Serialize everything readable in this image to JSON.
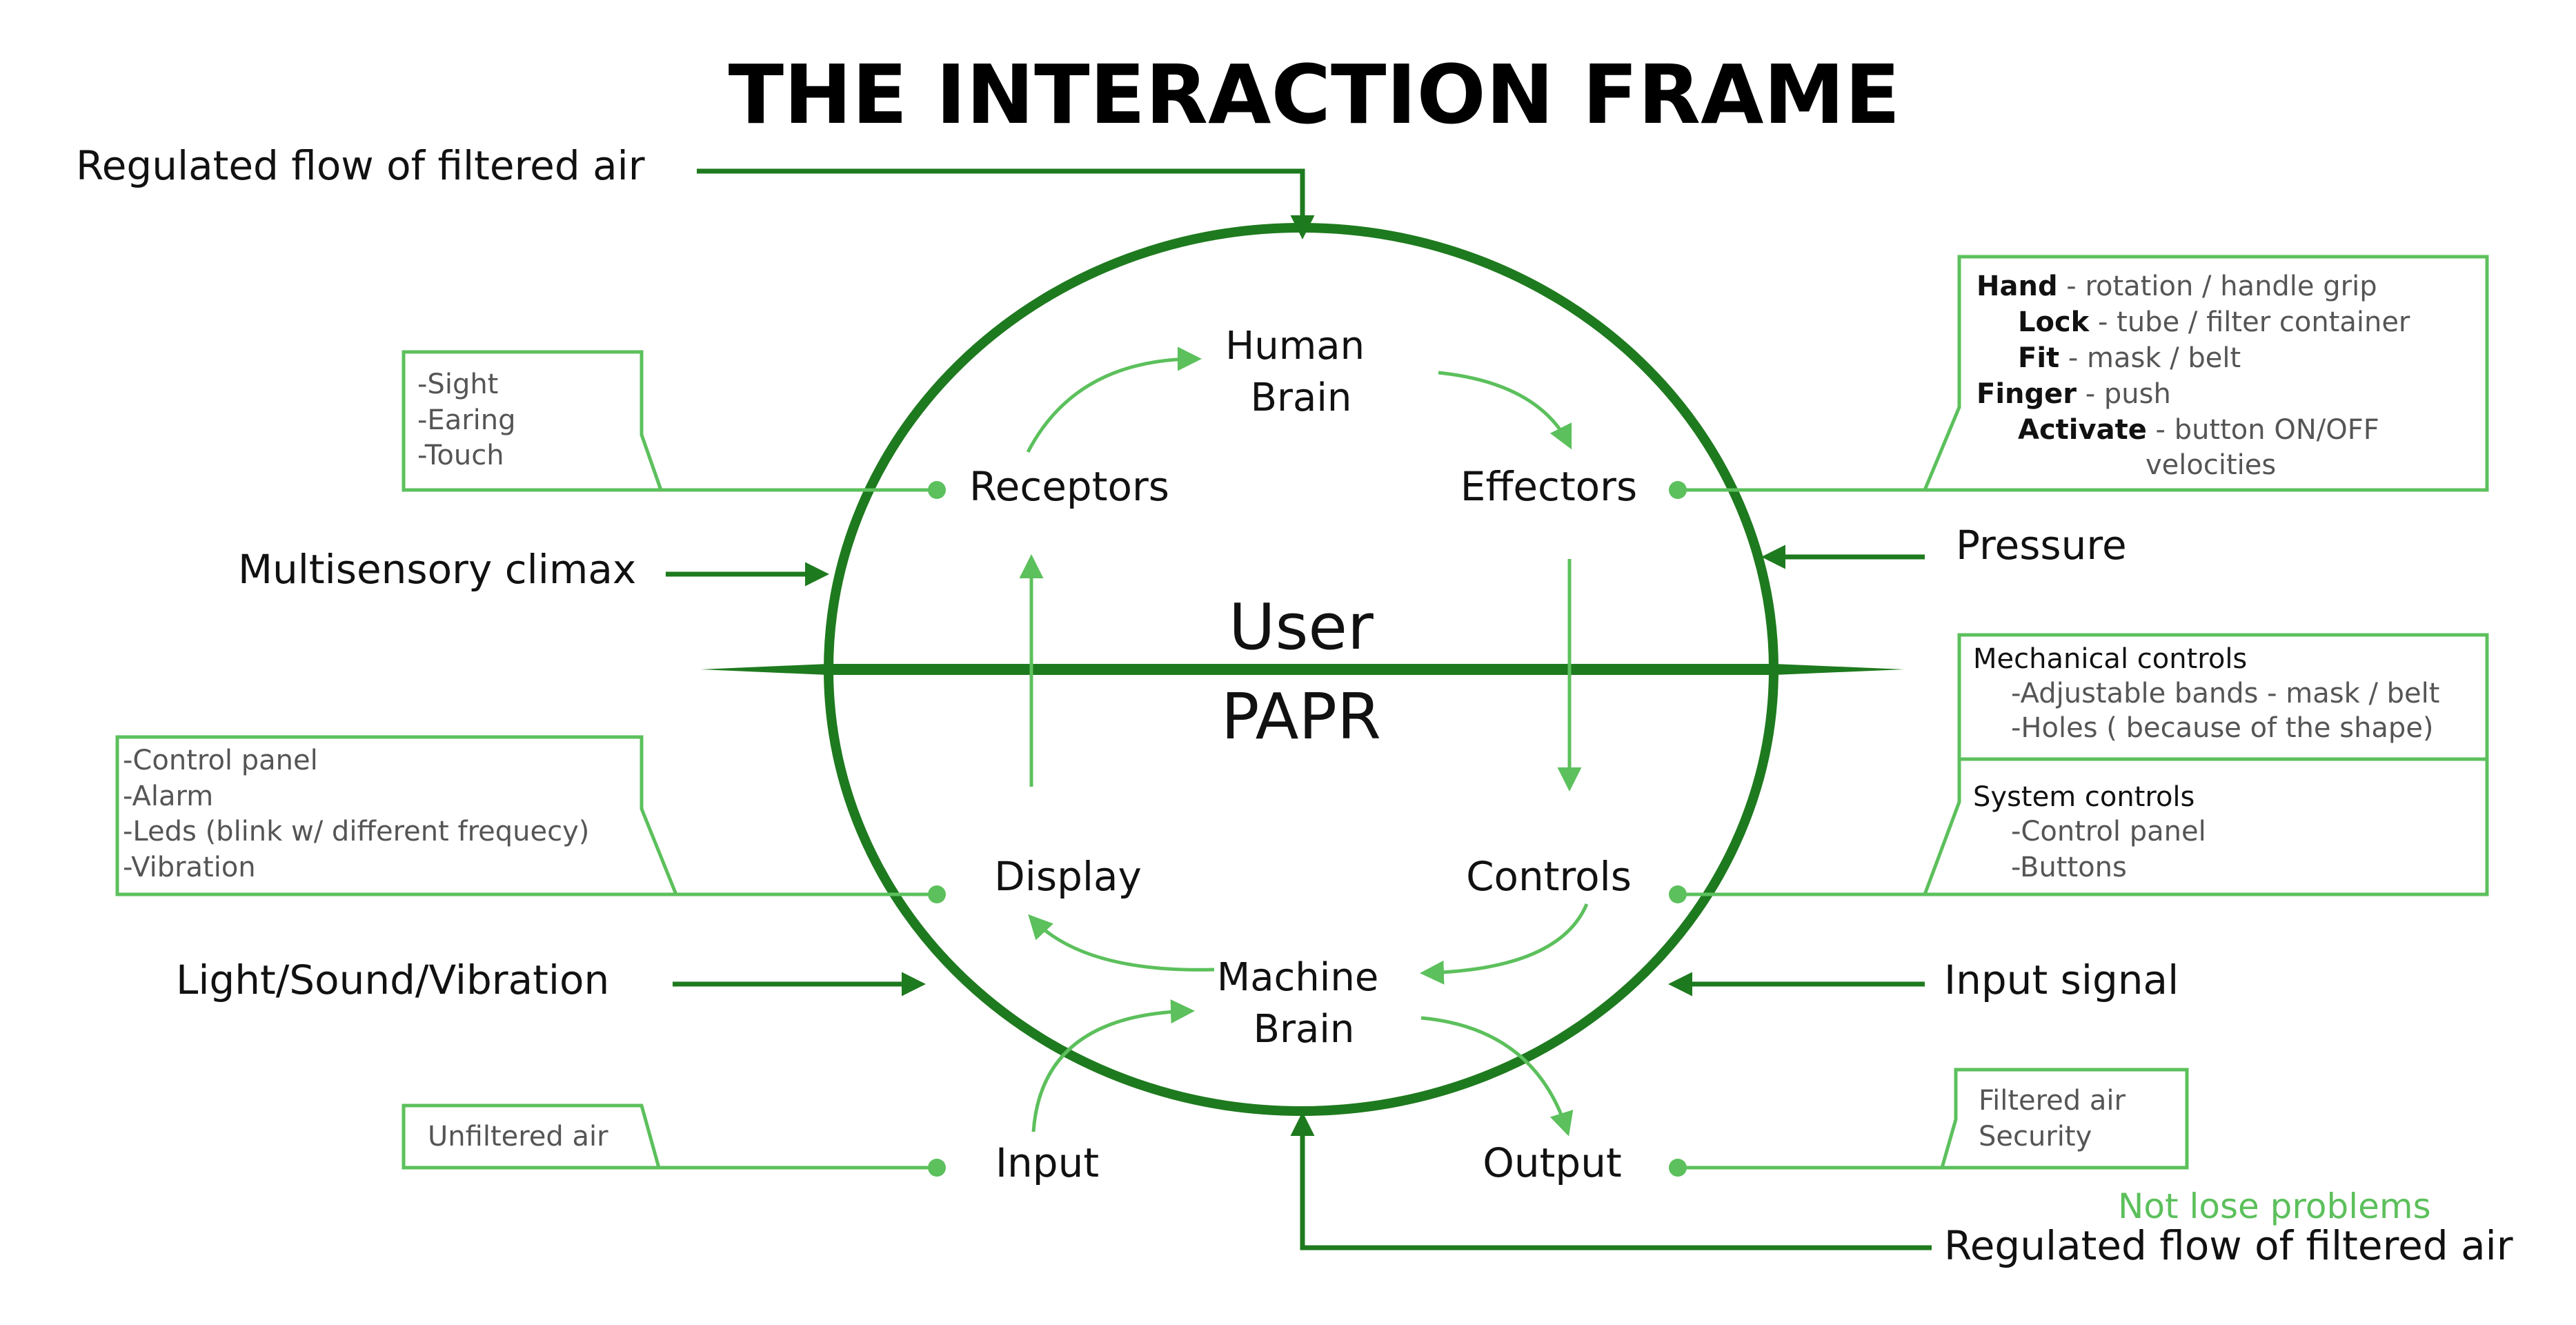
{
  "title": "THE INTERACTION FRAME",
  "colors": {
    "dark_green": "#1e7a1e",
    "light_green": "#5cc05c",
    "text": "#111111",
    "muted_text": "#555555",
    "note_green": "#5cc05c"
  },
  "center": {
    "top_label": "User",
    "bottom_label": "PAPR"
  },
  "nodes": {
    "human_brain": [
      "Human",
      "Brain"
    ],
    "receptors": "Receptors",
    "effectors": "Effectors",
    "display": "Display",
    "controls": "Controls",
    "machine_brain": [
      "Machine",
      "Brain"
    ],
    "input": "Input",
    "output": "Output"
  },
  "external": {
    "top_left_air": "Regulated flow of filtered air",
    "multisensory": "Multisensory climax",
    "pressure": "Pressure",
    "light_sound": "Light/Sound/Vibration",
    "input_signal": "Input signal",
    "bottom_air": "Regulated flow of filtered air",
    "not_lose": "Not lose problems"
  },
  "boxes": {
    "senses": [
      "-Sight",
      "-Earing",
      "-Touch"
    ],
    "effectors": [
      {
        "bold": "Hand",
        "rest": " - rotation / handle grip"
      },
      {
        "bold": "Lock",
        "rest": " - tube / filter container"
      },
      {
        "bold": "Fit",
        "rest": " - mask / belt"
      },
      {
        "bold": "Finger",
        "rest": "  - push"
      },
      {
        "bold": "Activate",
        "rest": " - button ON/OFF"
      },
      {
        "bold": "",
        "rest": "velocities"
      }
    ],
    "display": [
      "-Control panel",
      "-Alarm",
      "-Leds (blink w/ different frequecy)",
      "-Vibration"
    ],
    "mechanical": {
      "heading": "Mechanical controls",
      "items": [
        "-Adjustable bands - mask / belt",
        "-Holes ( because of the shape)"
      ]
    },
    "system": {
      "heading": "System controls",
      "items": [
        "-Control panel",
        "-Buttons"
      ]
    },
    "unfiltered": "Unfiltered air",
    "output": [
      "Filtered air",
      "Security"
    ]
  }
}
